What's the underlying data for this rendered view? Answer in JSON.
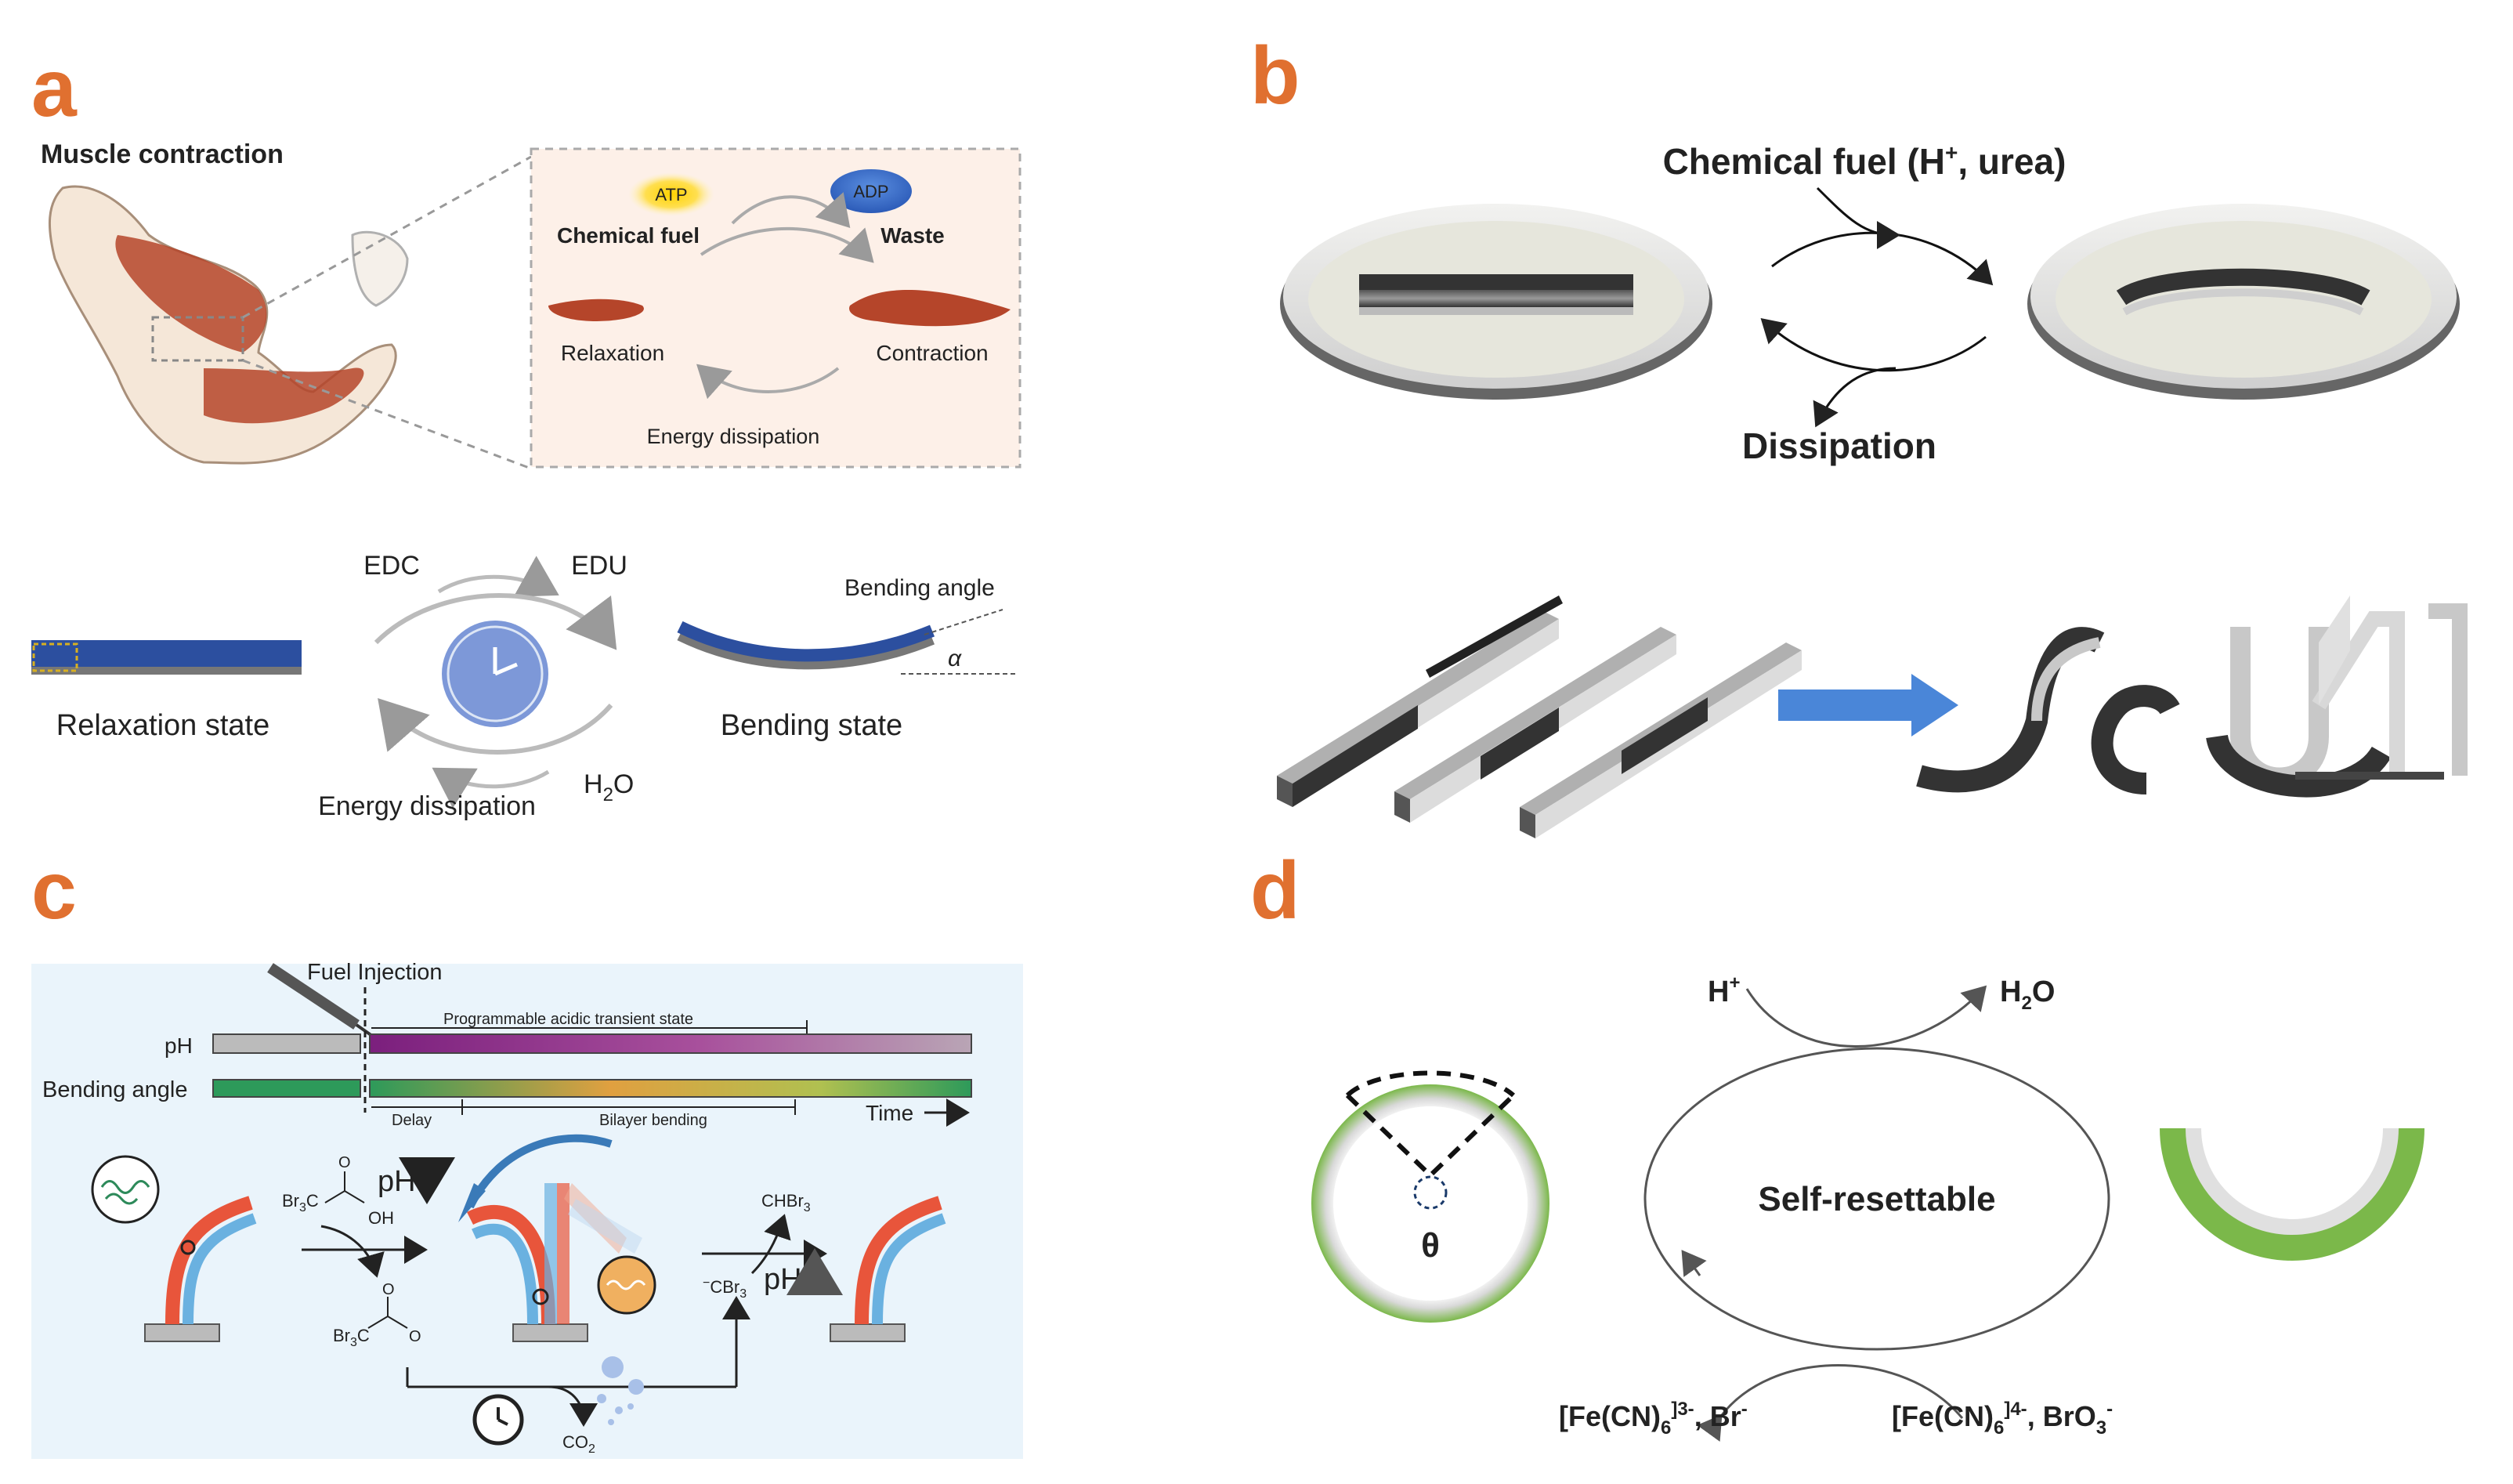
{
  "panels": {
    "a": {
      "letter": "a",
      "title": "Muscle contraction",
      "atp": "ATP",
      "adp": "ADP",
      "chemical_fuel": "Chemical fuel",
      "waste": "Waste",
      "relaxation": "Relaxation",
      "contraction": "Contraction",
      "energy_dissipation_top": "Energy dissipation",
      "edc": "EDC",
      "edu": "EDU",
      "bending_angle": "Bending angle",
      "alpha": "α",
      "relaxation_state": "Relaxation state",
      "bending_state": "Bending state",
      "energy_dissipation_bottom": "Energy dissipation",
      "h2o_h": "H",
      "h2o_sub": "2",
      "h2o_o": "O"
    },
    "b": {
      "letter": "b",
      "fuel_label_pre": "Chemical fuel (H",
      "fuel_label_sup": "+",
      "fuel_label_post": ", urea)",
      "dissipation": "Dissipation"
    },
    "c": {
      "letter": "c",
      "fuel_injection": "Fuel Injection",
      "programmable": "Programmable acidic transient state",
      "ph": "pH",
      "bending_angle": "Bending angle",
      "delay": "Delay",
      "bilayer_bending": "Bilayer bending",
      "time": "Time",
      "ph_down": "pH",
      "ph_up": "pH",
      "br3c_top": "Br",
      "co2": "CO",
      "chbr3": "CHBr"
    },
    "d": {
      "letter": "d",
      "h_plus": "H",
      "h_plus_sup": "+",
      "h2o_h": "H",
      "h2o_sub": "2",
      "h2o_o": "O",
      "self_resettable": "Self-resettable",
      "theta": "θ",
      "fe3": "[Fe(CN)",
      "fe3_sub": "6",
      "fe3_sup": "]3-",
      "br_minus": "Br",
      "fe4": "[Fe(CN)",
      "fe4_sub": "6",
      "fe4_sup": "]4-",
      "bro3": "BrO",
      "bro3_sub": "3",
      "bro3_sup": "-"
    }
  },
  "colors": {
    "panel_letter": "#e07030",
    "muscle": "#b5452a",
    "blue_strip": "#2c4f9f",
    "clock": "#7d98d8",
    "green_ring": "#7bb84a",
    "orange_strip": "#e8553b",
    "light_blue_strip": "#6ab1e0",
    "ph_bar": "#8a2a8a",
    "bend_bar_start": "#2d9a5a",
    "arrow_blue": "#4a86d8"
  }
}
